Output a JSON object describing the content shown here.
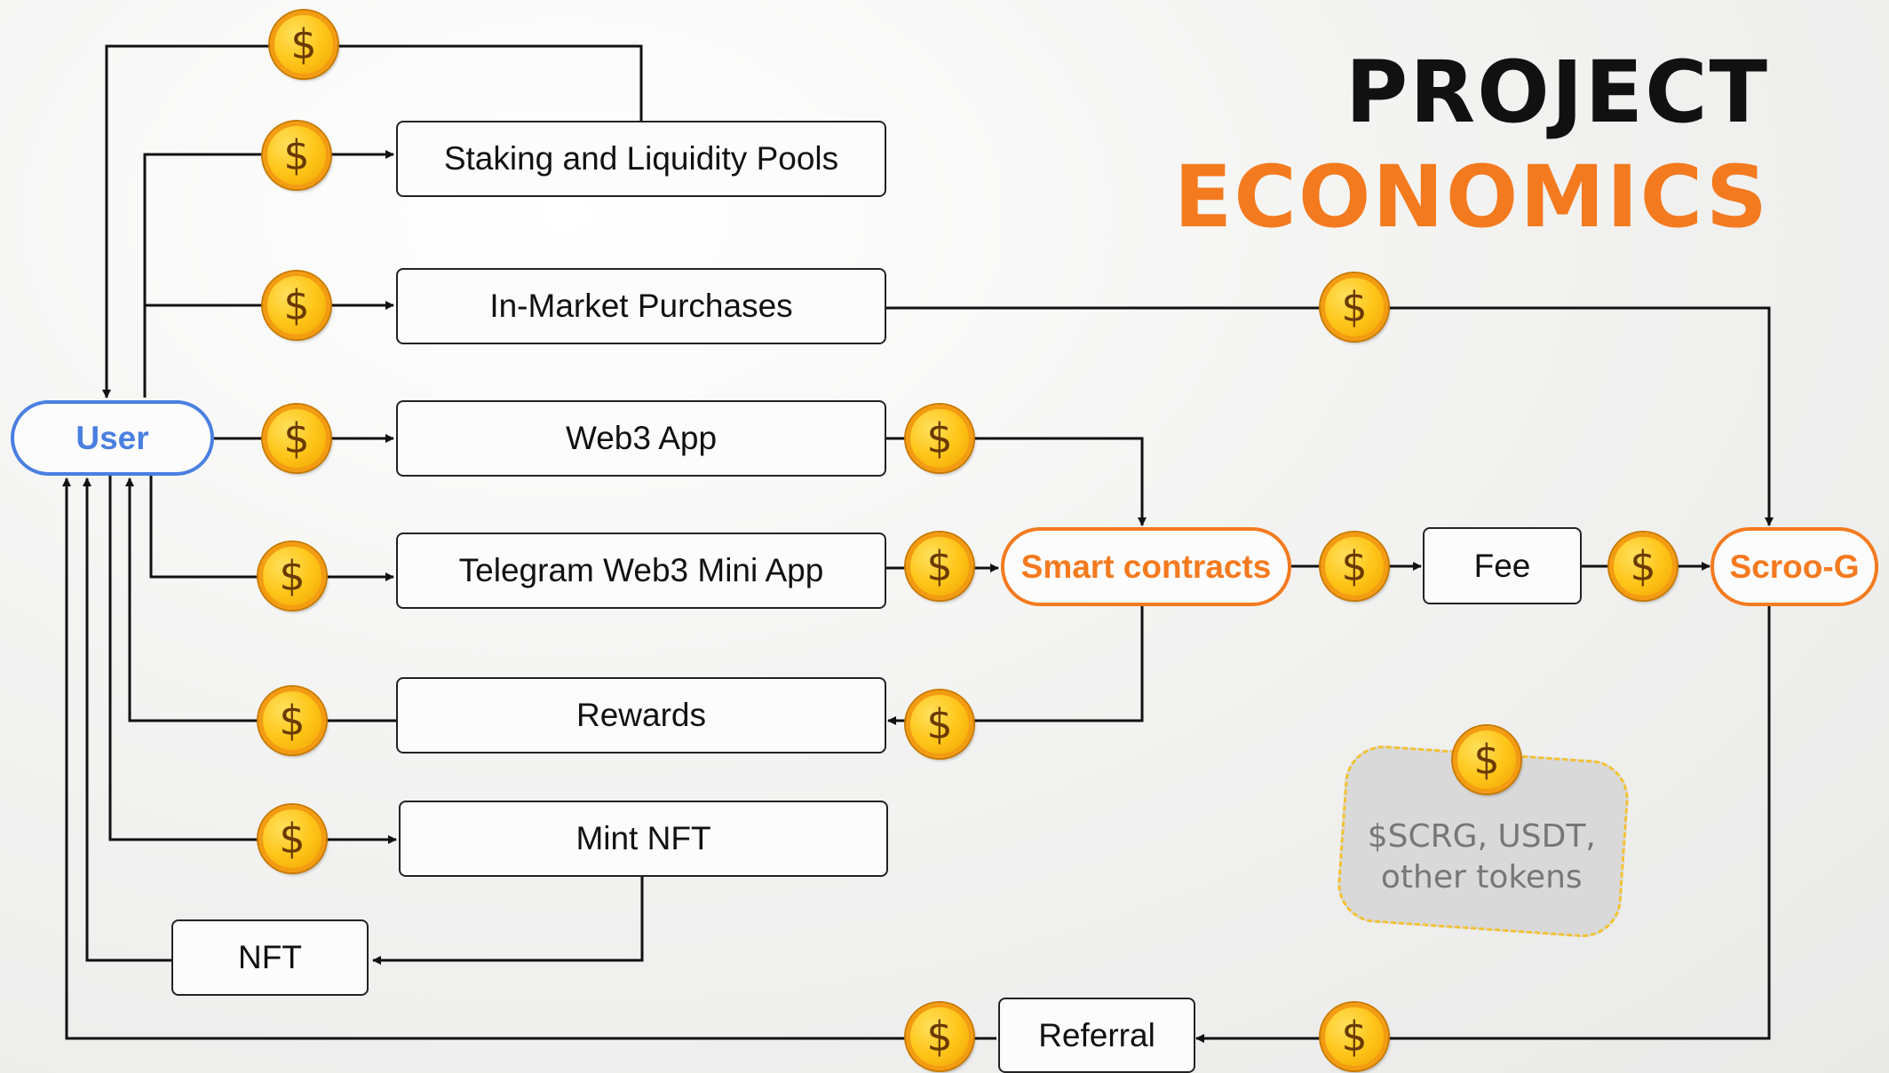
{
  "title": {
    "line1": "PROJECT",
    "line2": "ECONOMICS"
  },
  "colors": {
    "accent": "#f47a1f",
    "user": "#4a7fe0",
    "coin": "#ffc61a",
    "line": "#111111"
  },
  "nodes": {
    "user": "User",
    "staking": "Staking and Liquidity Pools",
    "in_market": "In-Market Purchases",
    "web3_app": "Web3 App",
    "telegram": "Telegram Web3 Mini App",
    "rewards": "Rewards",
    "mint_nft": "Mint NFT",
    "nft": "NFT",
    "smart_contracts": "Smart contracts",
    "fee": "Fee",
    "scroo_g": "Scroo-G",
    "referral": "Referral"
  },
  "coin_symbol": "$",
  "coin_icon": "dollar-coin-icon",
  "token_note": {
    "line1": "$SCRG, USDT,",
    "line2": "other tokens"
  }
}
